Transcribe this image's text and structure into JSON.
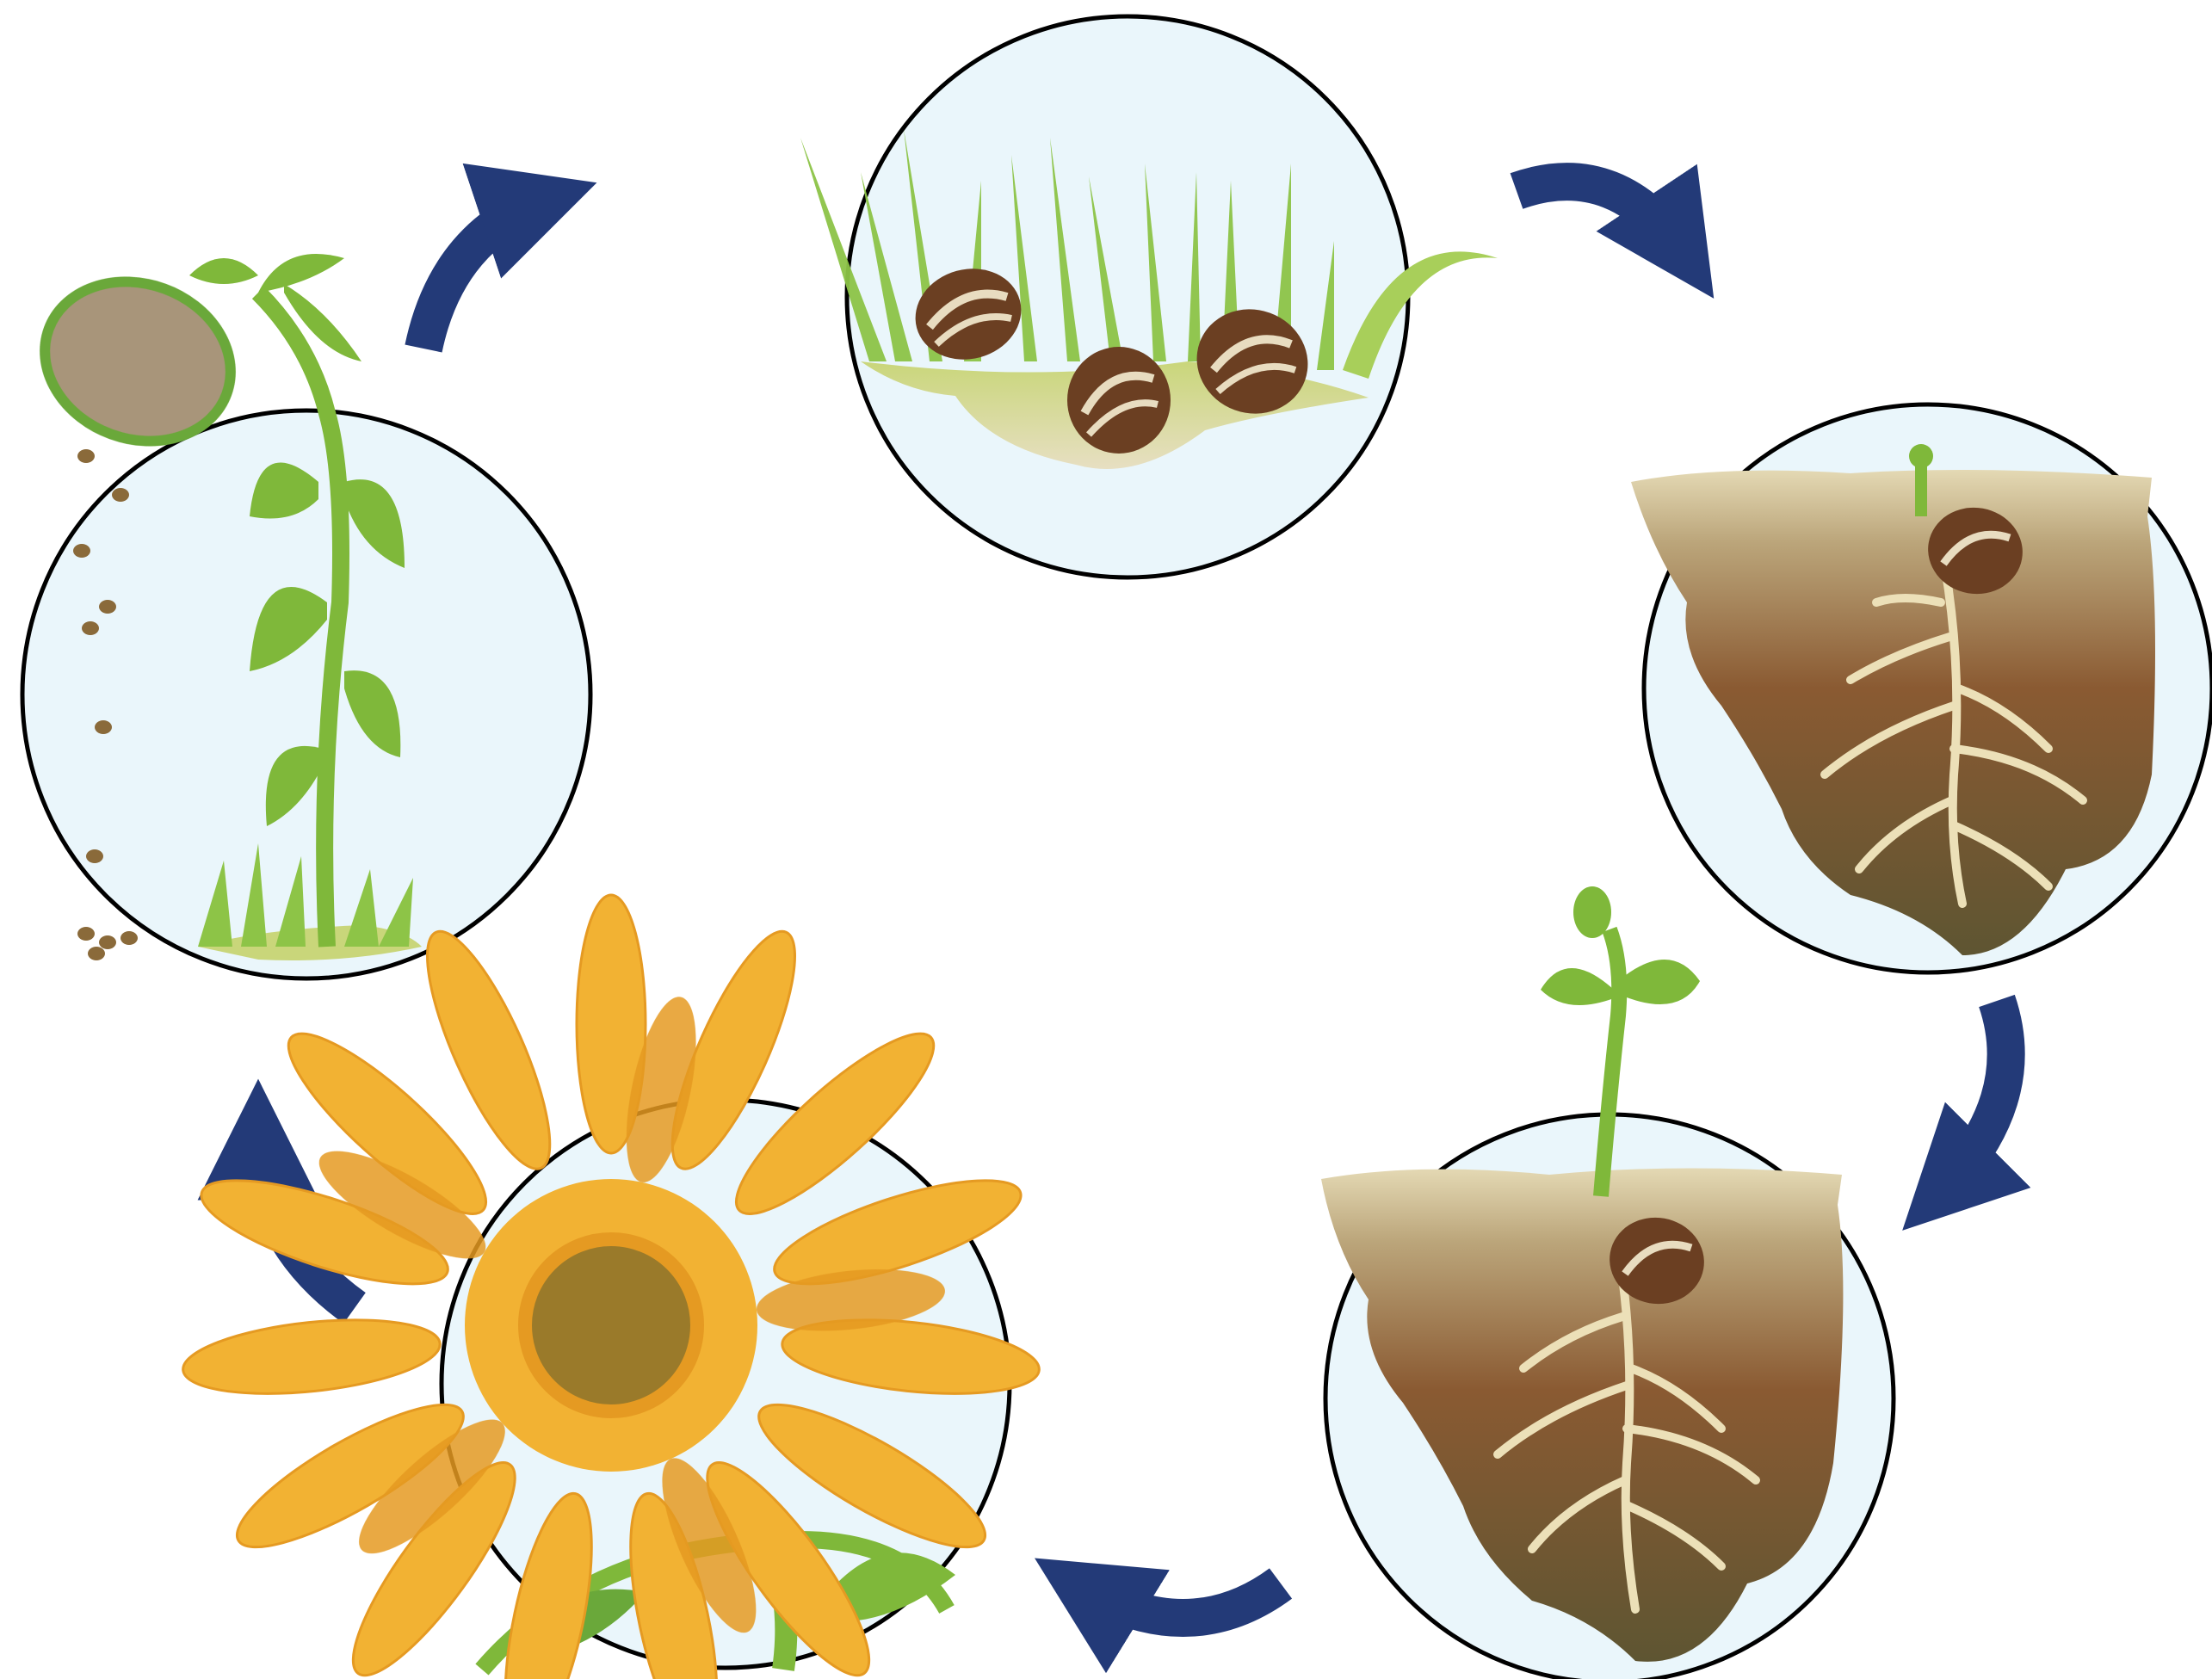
{
  "diagram": {
    "kind": "cycle",
    "stages": [
      {
        "id": "seeds",
        "depiction": "seeds-on-ground"
      },
      {
        "id": "germination",
        "depiction": "seed-with-roots-in-soil"
      },
      {
        "id": "sprout",
        "depiction": "seedling-above-soil"
      },
      {
        "id": "flowering",
        "depiction": "sunflower-in-bloom"
      },
      {
        "id": "wilting",
        "depiction": "wilted-plant-dropping-seeds"
      }
    ],
    "flow": [
      "seeds",
      "germination",
      "sprout",
      "flowering",
      "wilting",
      "seeds"
    ]
  },
  "colors": {
    "circle_fill": "#eaf6fb",
    "circle_stroke": "#000000",
    "arrow": "#233a78",
    "grass_light": "#a8cf5a",
    "grass_dark": "#6aa83a",
    "seed_brown": "#6b3f22",
    "seed_stripe": "#e8dcc0",
    "soil_top": "#cdbf98",
    "soil_mid": "#8a5a32",
    "soil_bottom": "#5e5532",
    "root": "#ece0b8",
    "petal": "#f2b233",
    "petal_shade": "#e59a22",
    "flower_center": "#9a7a2a",
    "leaf": "#7fb83a",
    "wilted_head": "#a8957a"
  }
}
